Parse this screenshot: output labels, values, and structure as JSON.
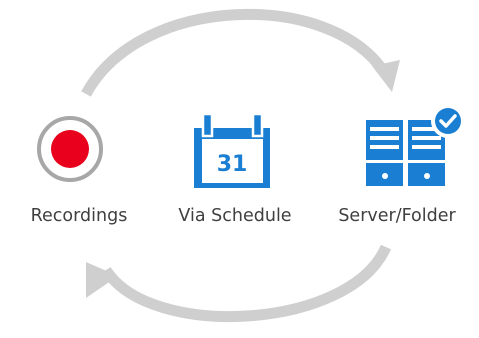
{
  "nodes": [
    {
      "id": "recordings",
      "label": "Recordings",
      "icon": "record-button-icon"
    },
    {
      "id": "schedule",
      "label": "Via Schedule",
      "icon": "calendar-icon",
      "day": "31"
    },
    {
      "id": "server",
      "label": "Server/Folder",
      "icon": "server-check-icon"
    }
  ],
  "colors": {
    "arrow": "#cfcfcf",
    "record_red": "#e8001c",
    "record_ring": "#a7a7a7",
    "blue": "#1a7fd3",
    "label": "#3f3f3f"
  },
  "flow": [
    {
      "from": "recordings",
      "to": "server",
      "direction": "top-arc"
    },
    {
      "from": "server",
      "to": "recordings",
      "direction": "bottom-arc"
    }
  ]
}
